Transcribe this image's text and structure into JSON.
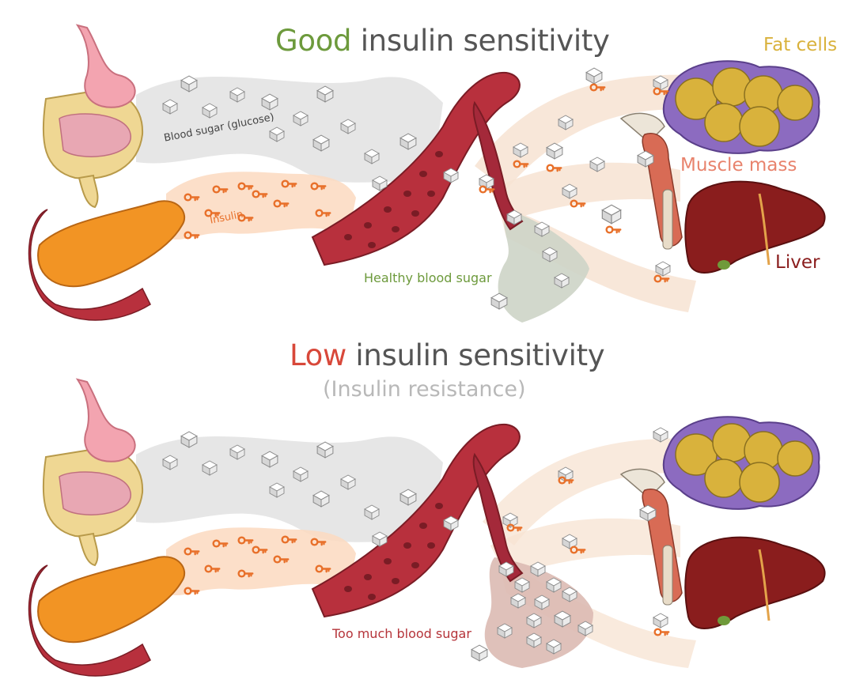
{
  "colors": {
    "good": "#6d9a3c",
    "low": "#d8483a",
    "title_gray": "#555555",
    "subtitle_gray": "#b8b8b8",
    "fat": "#d9b23c",
    "muscle": "#e8836d",
    "liver": "#8a1d1d",
    "insulin": "#e8702a",
    "healthy": "#6d9a3c",
    "too_much": "#b5343a",
    "vessel": "#b8303d",
    "pancreas": "#f29424"
  },
  "top_panel": {
    "title_prefix": "Good",
    "title_suffix": " insulin sensitivity",
    "blood_sugar_label": "Blood sugar (glucose)",
    "insulin_label": "Insulin",
    "result_label": "Healthy blood sugar",
    "fat_label": "Fat cells",
    "muscle_label": "Muscle mass",
    "liver_label": "Liver"
  },
  "bottom_panel": {
    "title_prefix": "Low",
    "title_suffix": " insulin sensitivity",
    "subtitle": "(Insulin resistance)",
    "result_label": "Too much blood sugar"
  },
  "icons": {
    "glucose": "glucose-cube-icon",
    "insulin": "insulin-key-icon"
  }
}
